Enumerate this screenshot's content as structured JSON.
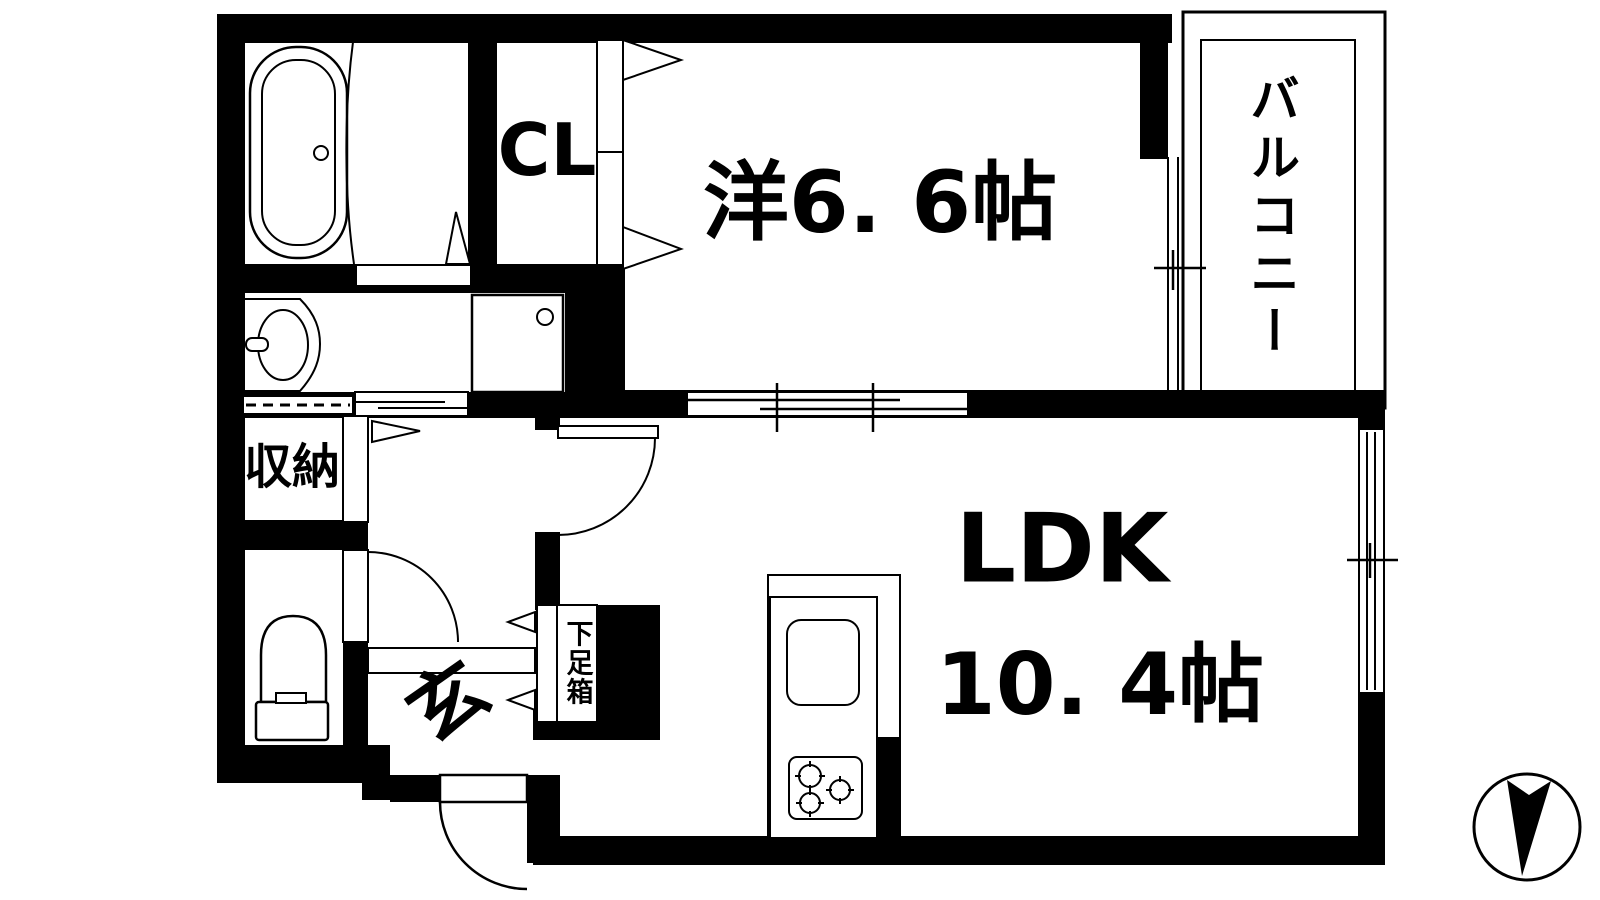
{
  "colors": {
    "wall": "#000000",
    "background": "#ffffff",
    "line": "#000000"
  },
  "rooms": {
    "western_room": {
      "label": "洋6. 6帖"
    },
    "ldk": {
      "name": "LDK",
      "size": "10. 4帖"
    },
    "closet": {
      "label": "CL"
    },
    "balcony": {
      "label": "バルコニー"
    },
    "storage": {
      "label": "収納"
    },
    "entrance": {
      "label": "玄"
    },
    "shoe_cabinet": {
      "label": "下足箱"
    }
  },
  "fixtures": {
    "items": [
      "bathtub",
      "wash-basin",
      "washing-machine-pan",
      "toilet",
      "kitchen-counter-with-sink",
      "gas-stove-3-burner",
      "entrance-step",
      "sliding-windows",
      "hinged-doors",
      "compass-north-arrow"
    ]
  },
  "compass": {
    "arrow_direction": "down"
  }
}
